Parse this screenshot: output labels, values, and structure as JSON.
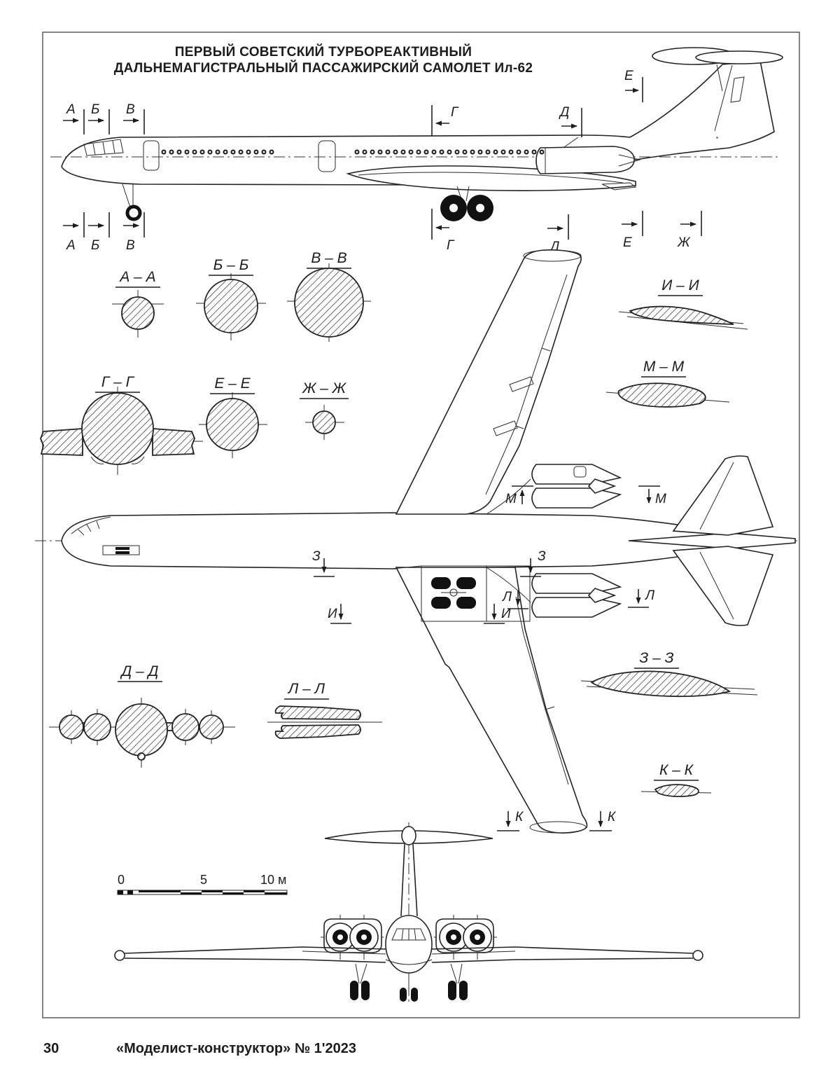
{
  "title": {
    "line1": "ПЕРВЫЙ СОВЕТСКИЙ ТУРБОРЕАКТИВНЫЙ",
    "line2": "ДАЛЬНЕМАГИСТРАЛЬНЫЙ ПАССАЖИРСКИЙ САМОЛЕТ Ил-62"
  },
  "markers": {
    "a": "А",
    "b": "Б",
    "v": "В",
    "g": "Г",
    "d": "Д",
    "e": "Е",
    "zh": "Ж",
    "z": "З",
    "i": "И",
    "k": "К",
    "l": "Л",
    "m": "М"
  },
  "sections": {
    "aa": "А – А",
    "bb": "Б – Б",
    "vv": "В – В",
    "gg": "Г – Г",
    "ee": "Е – Е",
    "zhzh": "Ж – Ж",
    "dd": "Д – Д",
    "ll": "Л – Л",
    "ii": "И – И",
    "mm": "М – М",
    "zz": "З – З",
    "kk": "К – К"
  },
  "scale_bar": {
    "t0": "0",
    "t5": "5",
    "t10": "10 м"
  },
  "footer": {
    "page": "30",
    "credit": "«Моделист-конструктор» № 1'2023"
  },
  "colors": {
    "ink": "#222222",
    "paper": "#ffffff"
  }
}
